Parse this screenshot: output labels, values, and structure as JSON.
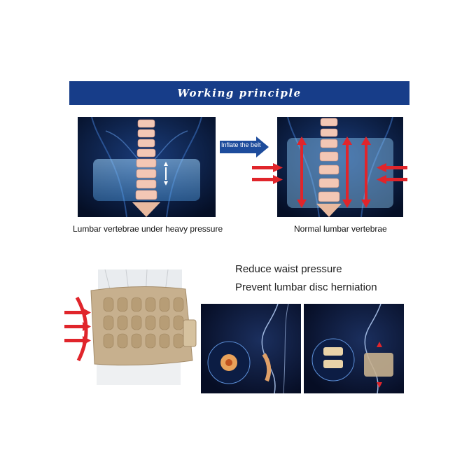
{
  "header": {
    "title": "Working principle"
  },
  "top": {
    "arrow_label": "Inflate the belt",
    "left_caption": "Lumbar vertebrae under heavy pressure",
    "right_caption": "Normal lumbar vertebrae"
  },
  "bottom": {
    "benefits": [
      "Reduce waist pressure",
      "Prevent lumbar disc herniation"
    ]
  },
  "colors": {
    "banner": "#173d89",
    "arrow_red": "#e0252b",
    "xray_bg": "#061431",
    "belt_tan": "#c7b08e"
  }
}
